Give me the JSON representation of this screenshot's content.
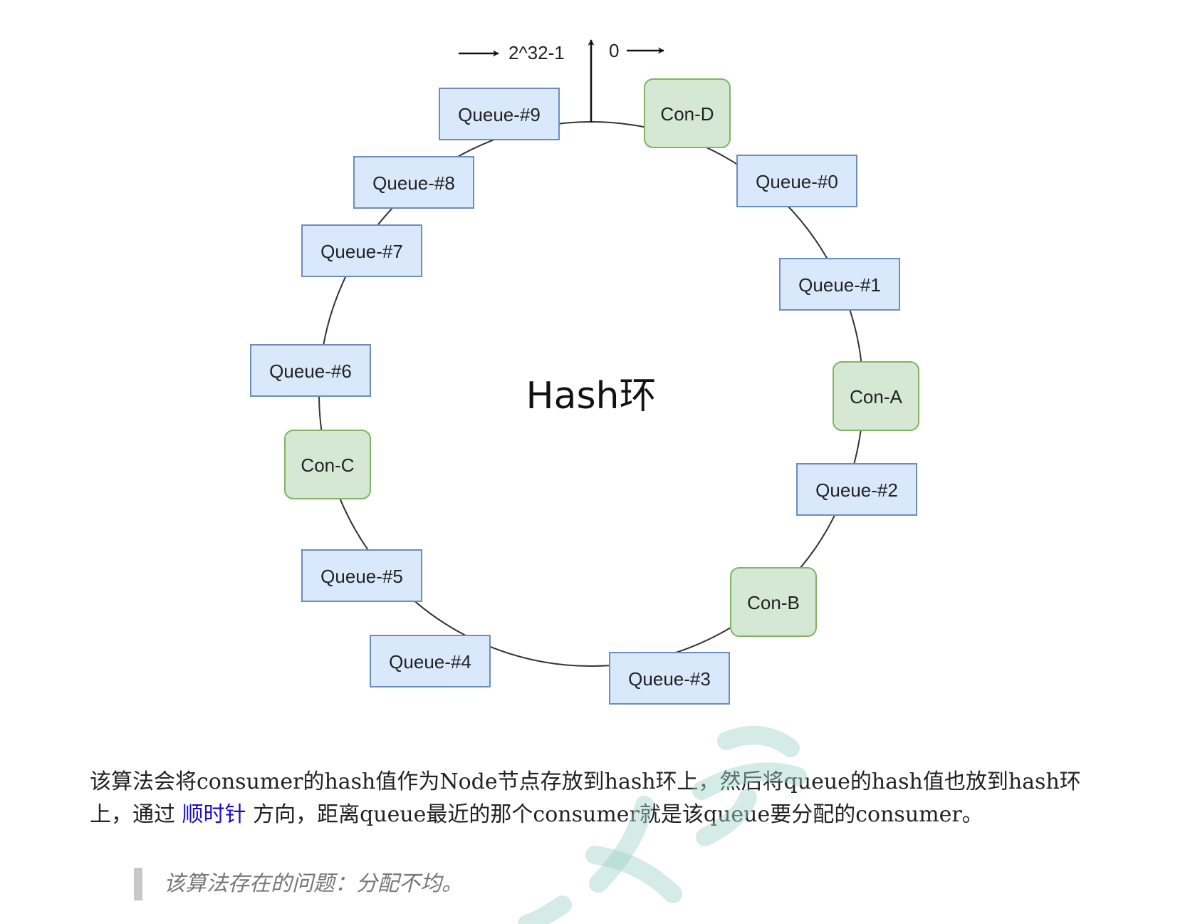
{
  "diagram": {
    "center_label": "Hash环",
    "top_left_label": "2^32-1",
    "top_right_label": "0",
    "queues": [
      "Queue-#0",
      "Queue-#1",
      "Queue-#2",
      "Queue-#3",
      "Queue-#4",
      "Queue-#5",
      "Queue-#6",
      "Queue-#7",
      "Queue-#8",
      "Queue-#9"
    ],
    "consumers": [
      "Con-A",
      "Con-B",
      "Con-C",
      "Con-D"
    ],
    "colors": {
      "queue_fill": "#dae8fc",
      "queue_stroke": "#6c8ebf",
      "consumer_fill": "#d5e8d4",
      "consumer_stroke": "#82b366",
      "ring": "#333333",
      "link_text": "#1a0dcc"
    }
  },
  "text": {
    "desc_part1": "该算法会将consumer的hash值作为Node节点存放到hash环上，然后将queue的hash值也放到hash环上，通过 ",
    "desc_link": "顺时针",
    "desc_part2": " 方向，距离queue最近的那个consumer就是该queue要分配的consumer。",
    "quote": "该算法存在的问题：分配不均。"
  }
}
